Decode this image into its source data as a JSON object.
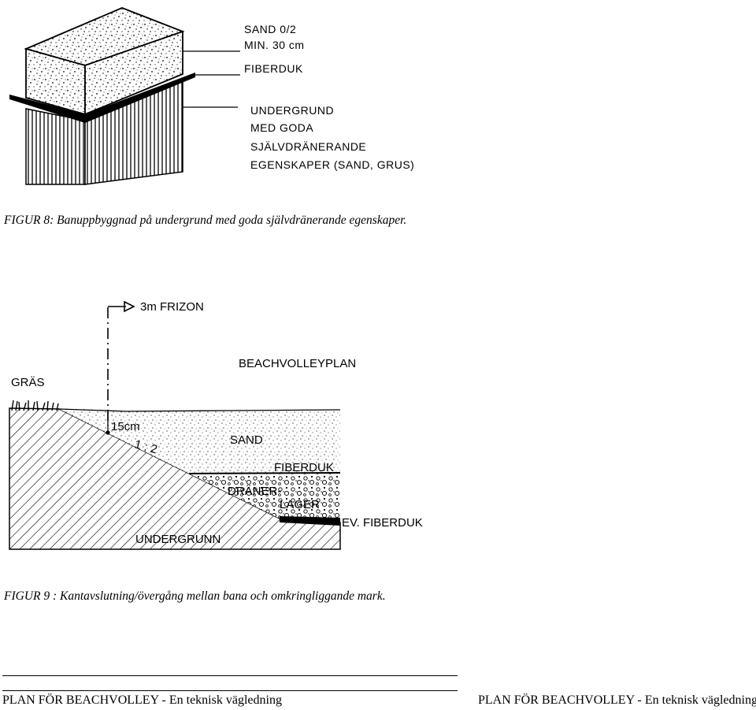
{
  "figure8": {
    "labels": {
      "sand": "SAND 0/2",
      "min": "MIN. 30 cm",
      "fiberduk": "FIBERDUK",
      "undergrund_1": "UNDERGRUND",
      "undergrund_2": "MED GODA",
      "undergrund_3": "SJÄLVDRÄNERANDE",
      "undergrund_4": "EGENSKAPER (SAND, GRUS)"
    },
    "caption": "FIGUR 8: Banuppbyggnad på undergrund med goda självdränerande egenskaper."
  },
  "figure9": {
    "labels": {
      "frizon": "3m  FRIZON",
      "beachvolleyplan": "BEACHVOLLEYPLAN",
      "gras": "GRÄS",
      "depth": "15cm",
      "slope": "1 : 2",
      "sand": "SAND",
      "fiberduk": "FIBERDUK",
      "draner": "DRÄNER-",
      "lager": "LAGER",
      "ev_fiberduk": "EV. FIBERDUK",
      "undergrunn": "UNDERGRUNN"
    },
    "caption": "FIGUR 9 : Kantavslutning/övergång mellan bana och omkringliggande mark."
  },
  "footer": {
    "left": "PLAN FÖR BEACHVOLLEY - En teknisk vägledning",
    "right": "PLAN FÖR BEACHVOLLEY - En teknisk vägledning"
  }
}
